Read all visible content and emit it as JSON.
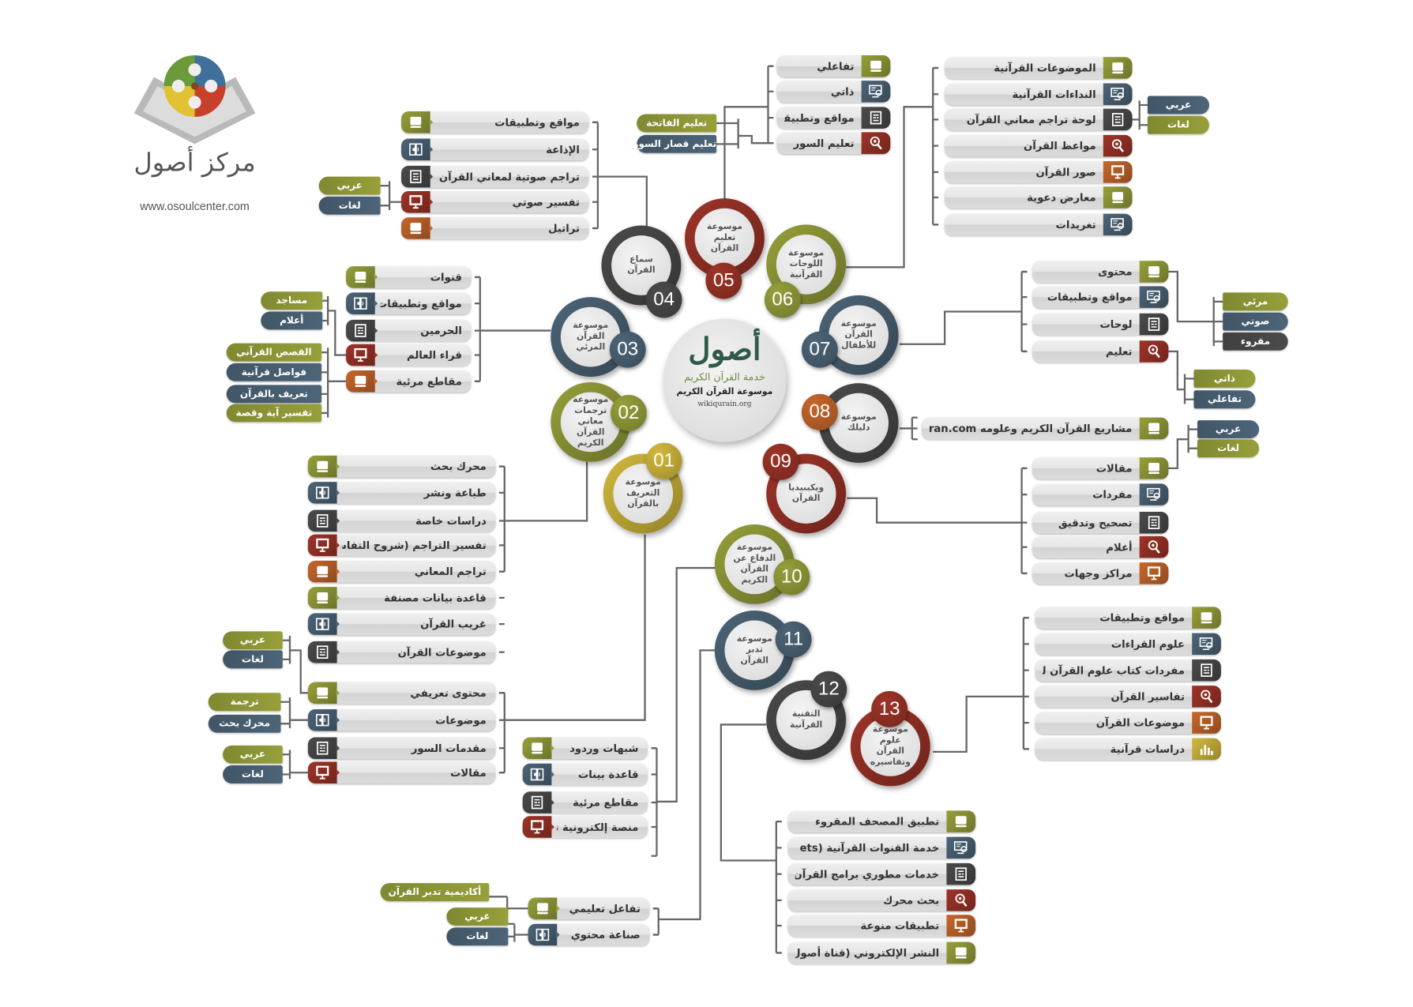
{
  "colors": {
    "olive": "#97a03a",
    "slate": "#4d6578",
    "dark": "#4b4b4b",
    "red": "#9e3428",
    "orange": "#c7672b",
    "yellow": "#d2b93c",
    "line": "#666666"
  },
  "logo": {
    "name": "مركز أصول",
    "url": "www.osoulcenter.com"
  },
  "center": {
    "brand": "أصول",
    "subtitle": "خدمة القرآن الكريم",
    "title": "موسوعة القرآن الكريم",
    "site": "wikiqurain.org"
  },
  "circles": [
    {
      "num": "01",
      "title": "موسوعة التعريف بالقرآن",
      "color": "yellow"
    },
    {
      "num": "02",
      "title": "موسوعة ترجمات معاني القرآن الكريم",
      "color": "olive"
    },
    {
      "num": "03",
      "title": "موسوعة القرآن المرئي",
      "color": "slate"
    },
    {
      "num": "04",
      "title": "سماع القرآن",
      "color": "dark"
    },
    {
      "num": "05",
      "title": "موسوعة تعليم القرآن",
      "color": "red"
    },
    {
      "num": "06",
      "title": "موسوعة اللوحات القرآنية",
      "color": "olive"
    },
    {
      "num": "07",
      "title": "موسوعة القرآن للأطفال",
      "color": "slate"
    },
    {
      "num": "08",
      "title": "موسوعة دليلك",
      "color": "dark",
      "badge": "orange"
    },
    {
      "num": "09",
      "title": "ويكيبيديا القرآن",
      "color": "red"
    },
    {
      "num": "10",
      "title": "موسوعة الدفاع عن القرآن الكريم",
      "color": "olive"
    },
    {
      "num": "11",
      "title": "موسوعة تدبر القرآن",
      "color": "slate"
    },
    {
      "num": "12",
      "title": "التقنية القرآنية",
      "color": "dark"
    },
    {
      "num": "13",
      "title": "موسوعة علوم القرآن وتفاسيره",
      "color": "red"
    }
  ],
  "groups": {
    "g01": {
      "items": [
        {
          "label": "محتوى تعريفي",
          "color": "olive",
          "icon": "book"
        },
        {
          "label": "موضوعات",
          "color": "slate",
          "icon": "audio-book"
        },
        {
          "label": "مقدمات السور",
          "color": "dark",
          "icon": "document"
        },
        {
          "label": "مقالات",
          "color": "red",
          "icon": "presentation"
        }
      ]
    },
    "g02": {
      "items": [
        {
          "label": "محرك بحث",
          "color": "olive",
          "icon": "book"
        },
        {
          "label": "طباعة ونشر",
          "color": "slate",
          "icon": "audio-book"
        },
        {
          "label": "دراسات خاصة",
          "color": "dark",
          "icon": "document"
        },
        {
          "label": "تفسير التراجم (شروح التفاسير)",
          "color": "red",
          "icon": "presentation"
        },
        {
          "label": "تراجم المعاني",
          "color": "orange",
          "icon": "book"
        },
        {
          "label": "قاعدة بيانات مصنفة",
          "color": "olive",
          "icon": "book"
        },
        {
          "label": "غريب القرآن",
          "color": "slate",
          "icon": "audio-book"
        },
        {
          "label": "موضوعات القرآن",
          "color": "dark",
          "icon": "document"
        }
      ]
    },
    "g03": {
      "items": [
        {
          "label": "قنوات",
          "color": "olive",
          "icon": "book"
        },
        {
          "label": "مواقع وتطبيقات",
          "color": "slate",
          "icon": "audio-book"
        },
        {
          "label": "الحرمين",
          "color": "dark",
          "icon": "document"
        },
        {
          "label": "قراء العالم",
          "color": "red",
          "icon": "presentation"
        },
        {
          "label": "مقاطع مرئية",
          "color": "orange",
          "icon": "book"
        }
      ]
    },
    "g04": {
      "items": [
        {
          "label": "مواقع وتطبيقات",
          "color": "olive",
          "icon": "book"
        },
        {
          "label": "الإذاعة",
          "color": "slate",
          "icon": "audio-book"
        },
        {
          "label": "تراجم صوتية لمعاني القرآن الكريم",
          "color": "dark",
          "icon": "document"
        },
        {
          "label": "تفسير صوتي",
          "color": "red",
          "icon": "presentation"
        },
        {
          "label": "تراتيل",
          "color": "orange",
          "icon": "book"
        }
      ]
    },
    "g05": {
      "items": [
        {
          "label": "تفاعلي",
          "color": "olive",
          "icon": "book"
        },
        {
          "label": "ذاتي",
          "color": "slate",
          "icon": "monitor-search"
        },
        {
          "label": "مواقع وتطبيقات",
          "color": "dark",
          "icon": "document"
        },
        {
          "label": "تعليم السور",
          "color": "red",
          "icon": "search-gear"
        }
      ]
    },
    "g06": {
      "items": [
        {
          "label": "الموضوعات القرآنية",
          "color": "olive",
          "icon": "book"
        },
        {
          "label": "النداءات القرآنية",
          "color": "slate",
          "icon": "monitor-search"
        },
        {
          "label": "لوحة تراجم معاني القرآن",
          "color": "dark",
          "icon": "document"
        },
        {
          "label": "مواعظ القرآن",
          "color": "red",
          "icon": "search-gear"
        },
        {
          "label": "صور القرآن",
          "color": "orange",
          "icon": "presentation"
        },
        {
          "label": "معارض دعوية",
          "color": "olive",
          "icon": "book"
        },
        {
          "label": "تغريدات",
          "color": "slate",
          "icon": "monitor-search"
        }
      ]
    },
    "g07": {
      "items": [
        {
          "label": "محتوى",
          "color": "olive",
          "icon": "book"
        },
        {
          "label": "مواقع وتطبيقات",
          "color": "slate",
          "icon": "monitor-search"
        },
        {
          "label": "لوحات",
          "color": "dark",
          "icon": "document"
        },
        {
          "label": "تعليم",
          "color": "red",
          "icon": "search-gear"
        }
      ]
    },
    "g08": {
      "items": [
        {
          "label": "مشاريع القرآن الكريم وعلومه www.guidetoquran.com",
          "color": "olive",
          "icon": "book"
        }
      ]
    },
    "g09": {
      "items": [
        {
          "label": "مقالات",
          "color": "olive",
          "icon": "book"
        },
        {
          "label": "مفردات",
          "color": "slate",
          "icon": "monitor-search"
        },
        {
          "label": "تصحيح وتدقيق",
          "color": "dark",
          "icon": "document"
        },
        {
          "label": "أعلام",
          "color": "red",
          "icon": "search-gear"
        },
        {
          "label": "مراكز وجهات",
          "color": "orange",
          "icon": "presentation"
        }
      ]
    },
    "g10": {
      "items": [
        {
          "label": "شبهات وردود",
          "color": "olive",
          "icon": "book"
        },
        {
          "label": "قاعدة بينات",
          "color": "slate",
          "icon": "audio-book"
        },
        {
          "label": "مقاطع مرئية",
          "color": "dark",
          "icon": "document"
        },
        {
          "label": "منصة إلكترونية تفاعلية",
          "color": "red",
          "icon": "presentation"
        }
      ]
    },
    "g11": {
      "items": [
        {
          "label": "تفاعل تعليمي",
          "color": "olive",
          "icon": "book"
        },
        {
          "label": "صناعة محتوي",
          "color": "slate",
          "icon": "audio-book"
        }
      ]
    },
    "g12": {
      "items": [
        {
          "label": "تطبيق المصحف المقروء",
          "color": "olive",
          "icon": "book"
        },
        {
          "label": "خدمة القنوات القرآنية (TV, App, ets)",
          "color": "slate",
          "icon": "monitor-search"
        },
        {
          "label": "خدمات مطوري برامج القرآن",
          "color": "dark",
          "icon": "document"
        },
        {
          "label": "بحث محرك",
          "color": "red",
          "icon": "search-gear"
        },
        {
          "label": "تطبيقات منوعة",
          "color": "orange",
          "icon": "presentation"
        },
        {
          "label": "النشر الإلكتروني (قناة أصول القرآن)",
          "color": "olive",
          "icon": "book"
        }
      ]
    },
    "g13": {
      "items": [
        {
          "label": "مواقع وتطبيقات",
          "color": "olive",
          "icon": "book"
        },
        {
          "label": "علوم القراءات",
          "color": "slate",
          "icon": "monitor-search"
        },
        {
          "label": "مفردات كتاب علوم القرآن للسيوطي",
          "color": "dark",
          "icon": "document"
        },
        {
          "label": "تفاسير القرآن",
          "color": "red",
          "icon": "search-gear"
        },
        {
          "label": "موضوعات القرآن",
          "color": "orange",
          "icon": "presentation"
        },
        {
          "label": "دراسات قرآنية",
          "color": "yellow",
          "icon": "chart"
        }
      ]
    }
  },
  "tags": {
    "t01a": [
      {
        "label": "عربي",
        "color": "olive"
      },
      {
        "label": "لغات",
        "color": "slate"
      }
    ],
    "t01b": [
      {
        "label": "ترجمة",
        "color": "olive"
      },
      {
        "label": "محرك بحث",
        "color": "slate"
      }
    ],
    "t01c": [
      {
        "label": "عربي",
        "color": "olive"
      },
      {
        "label": "لغات",
        "color": "slate"
      }
    ],
    "t03a": [
      {
        "label": "مساجد",
        "color": "olive"
      },
      {
        "label": "أعلام",
        "color": "slate"
      }
    ],
    "t03b": [
      {
        "label": "القصص القرآني",
        "color": "olive"
      },
      {
        "label": "فواصل قرآنية",
        "color": "slate"
      },
      {
        "label": "تعريف بالقرآن",
        "color": "slate"
      },
      {
        "label": "تفسير آية وقصة",
        "color": "olive"
      }
    ],
    "t04": [
      {
        "label": "عربي",
        "color": "olive"
      },
      {
        "label": "لغات",
        "color": "slate"
      }
    ],
    "t05": [
      {
        "label": "تعليم الفاتحة",
        "color": "olive"
      },
      {
        "label": "تعليم قصار السور",
        "color": "slate"
      }
    ],
    "t06": [
      {
        "label": "عربي",
        "color": "slate"
      },
      {
        "label": "لغات",
        "color": "olive"
      }
    ],
    "t07a": [
      {
        "label": "مرئي",
        "color": "olive"
      },
      {
        "label": "صوتي",
        "color": "slate"
      },
      {
        "label": "مقروء",
        "color": "dark"
      }
    ],
    "t07b": [
      {
        "label": "ذاتي",
        "color": "olive"
      },
      {
        "label": "تفاعلي",
        "color": "slate"
      }
    ],
    "t09": [
      {
        "label": "عربي",
        "color": "slate"
      },
      {
        "label": "لغات",
        "color": "olive"
      }
    ],
    "t11a": [
      {
        "label": "أكاديمية تدبر القرآن",
        "color": "olive"
      }
    ],
    "t11b": [
      {
        "label": "عربي",
        "color": "olive"
      },
      {
        "label": "لغات",
        "color": "slate"
      }
    ]
  }
}
